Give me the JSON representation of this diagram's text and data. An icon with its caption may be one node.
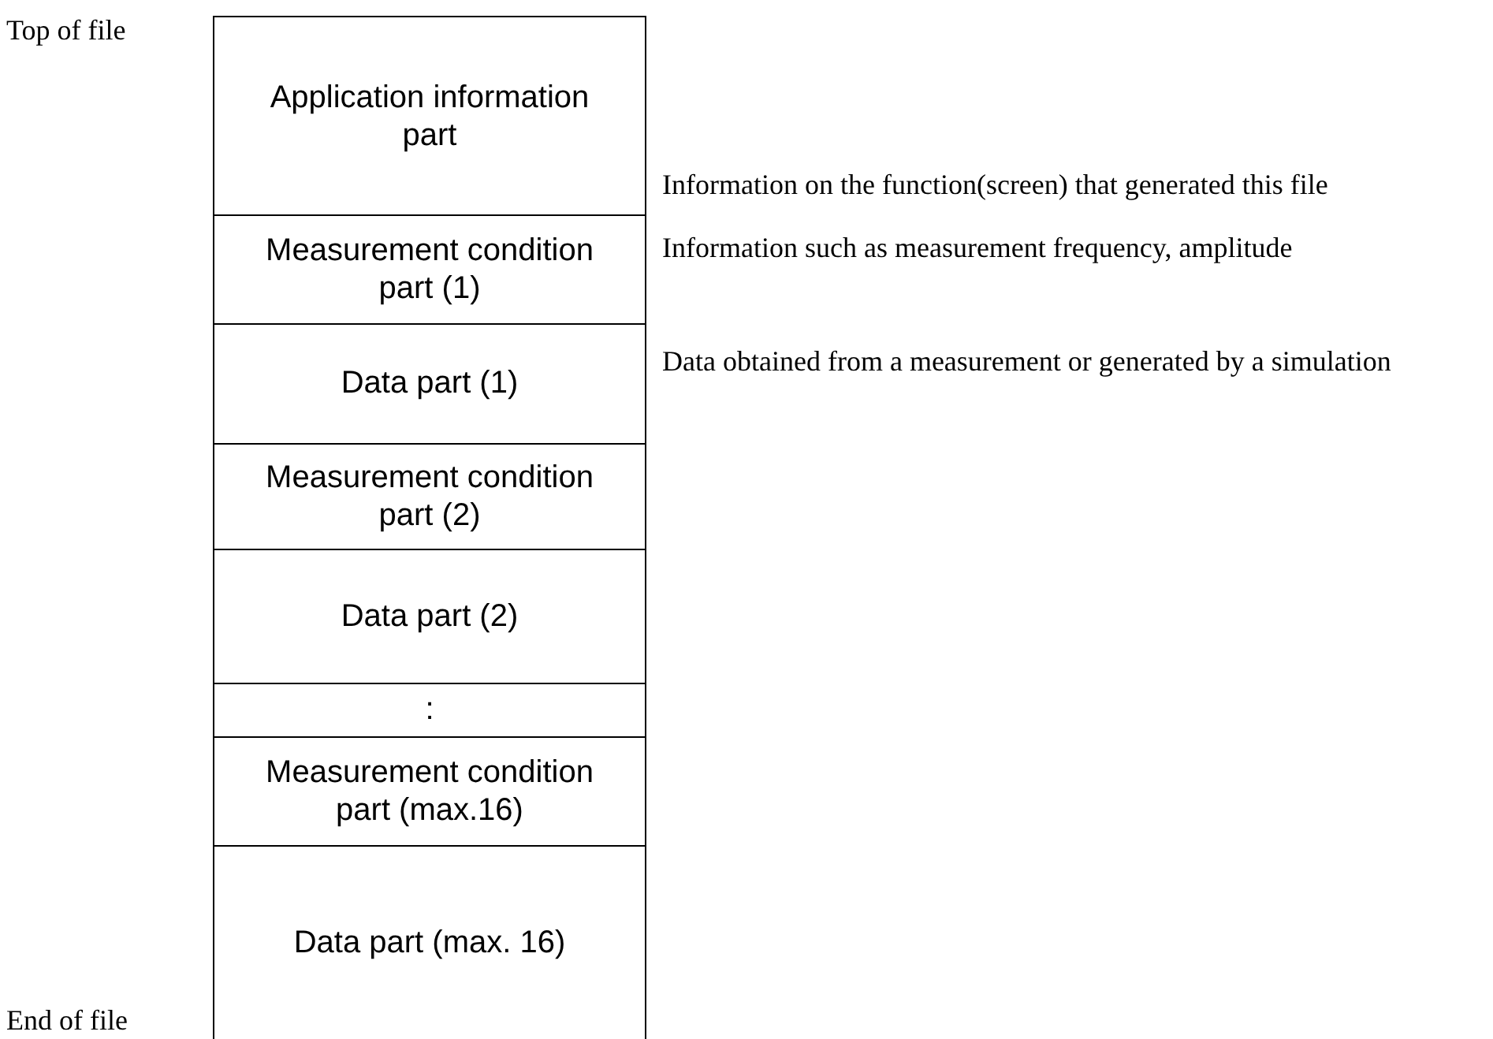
{
  "diagram": {
    "nodes": [
      {
        "text": [
          "Application information part"
        ],
        "beside": [
          "Information on the function(screen) that generated this file"
        ]
      },
      {
        "text": [
          "Measurement condition part (1)"
        ],
        "beside": [
          "Information such as measurement frequency, amplitude"
        ]
      },
      {
        "text": [
          "Data part (1)"
        ],
        "beside": [
          "Data obtained from a measurement or generated by a simulation"
        ]
      },
      {
        "text": [
          "Measurement condition part (2)"
        ]
      },
      {
        "text": [
          "Data part (2)"
        ]
      },
      {
        "text": [
          ":"
        ]
      },
      {
        "text": [
          "Measurement condition part (max.16)"
        ]
      },
      {
        "text": [
          "Data part (max. 16)"
        ]
      }
    ],
    "labels": [
      "Top of file",
      "End of file"
    ]
  }
}
